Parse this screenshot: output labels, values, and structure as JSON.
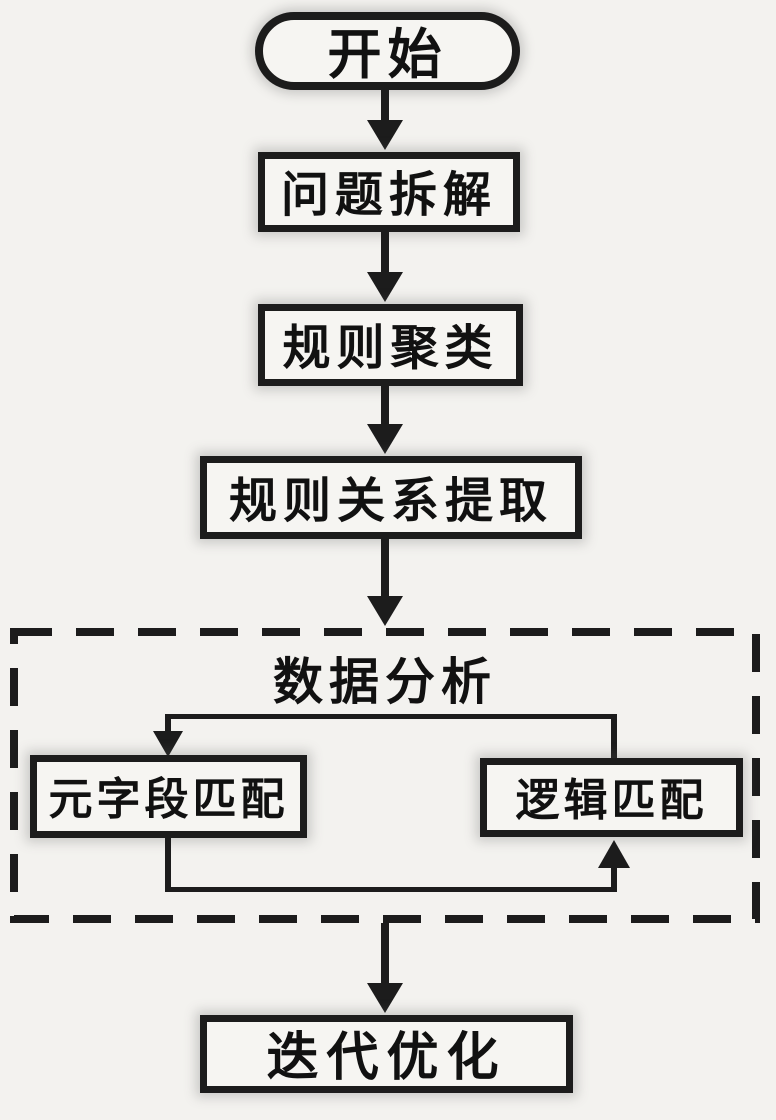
{
  "diagram": {
    "type": "flowchart",
    "orientation": "top-down",
    "nodes": {
      "start": {
        "label": "开始",
        "shape": "stadium"
      },
      "step1": {
        "label": "问题拆解",
        "shape": "rect"
      },
      "step2": {
        "label": "规则聚类",
        "shape": "rect"
      },
      "step3": {
        "label": "规则关系提取",
        "shape": "rect"
      },
      "group": {
        "label": "数据分析",
        "shape": "dashed-container"
      },
      "meta": {
        "label": "元字段匹配",
        "shape": "rect",
        "parent": "数据分析"
      },
      "logic": {
        "label": "逻辑匹配",
        "shape": "rect",
        "parent": "数据分析"
      },
      "final": {
        "label": "迭代优化",
        "shape": "rect"
      }
    },
    "edges": [
      {
        "from": "开始",
        "to": "问题拆解",
        "style": "solid-arrow"
      },
      {
        "from": "问题拆解",
        "to": "规则聚类",
        "style": "solid-arrow"
      },
      {
        "from": "规则聚类",
        "to": "规则关系提取",
        "style": "solid-arrow"
      },
      {
        "from": "规则关系提取",
        "to": "数据分析",
        "style": "solid-arrow"
      },
      {
        "from": "逻辑匹配",
        "to": "元字段匹配",
        "style": "solid-arrow",
        "route": "top-loop"
      },
      {
        "from": "元字段匹配",
        "to": "逻辑匹配",
        "style": "solid-arrow",
        "route": "bottom-loop"
      },
      {
        "from": "数据分析",
        "to": "迭代优化",
        "style": "solid-arrow"
      }
    ],
    "colors": {
      "stroke": "#1c1c1c",
      "background": "#f3f2ef",
      "node_fill": "#f6f5f2",
      "text": "#111111"
    }
  }
}
